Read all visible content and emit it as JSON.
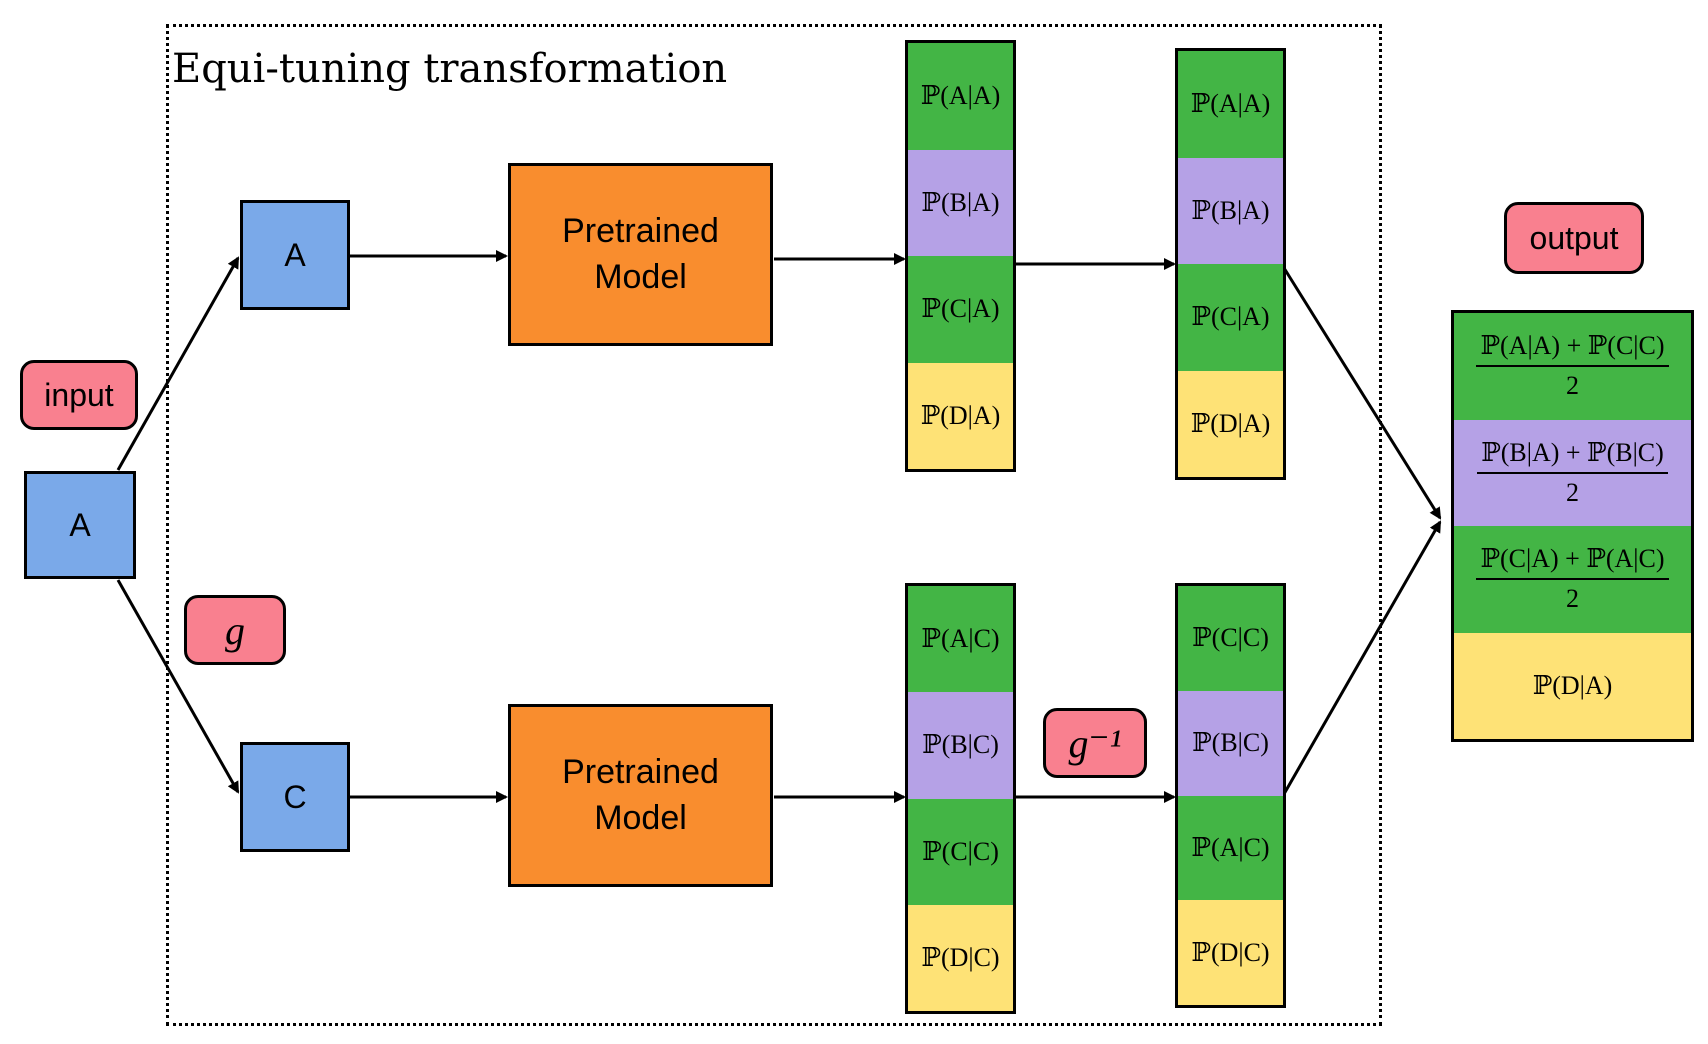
{
  "frame": {
    "title": "Equi-tuning transformation"
  },
  "labels": {
    "input": "input",
    "g": "g",
    "g_inverse": "g⁻¹",
    "output": "output"
  },
  "nodes": {
    "input_square": "A",
    "top_square": "A",
    "bottom_square": "C"
  },
  "models": {
    "top": "Pretrained\nModel",
    "bottom": "Pretrained\nModel"
  },
  "colors": {
    "green": "#43b545",
    "purple": "#b5a1e6",
    "yellow": "#fee276",
    "blue": "#7aa9e9",
    "orange": "#f98d2e",
    "pink": "#f9808f"
  },
  "columns": {
    "top_model_output": [
      "ℙ(A|A)",
      "ℙ(B|A)",
      "ℙ(C|A)",
      "ℙ(D|A)"
    ],
    "top_passthrough": [
      "ℙ(A|A)",
      "ℙ(B|A)",
      "ℙ(C|A)",
      "ℙ(D|A)"
    ],
    "bottom_model_output": [
      "ℙ(A|C)",
      "ℙ(B|C)",
      "ℙ(C|C)",
      "ℙ(D|C)"
    ],
    "bottom_after_inverse": [
      "ℙ(C|C)",
      "ℙ(B|C)",
      "ℙ(A|C)",
      "ℙ(D|C)"
    ]
  },
  "output_column": {
    "row1_num": "ℙ(A|A) + ℙ(C|C)",
    "row1_den": "2",
    "row2_num": "ℙ(B|A) + ℙ(B|C)",
    "row2_den": "2",
    "row3_num": "ℙ(C|A) + ℙ(A|C)",
    "row3_den": "2",
    "row4": "ℙ(D|A)"
  }
}
